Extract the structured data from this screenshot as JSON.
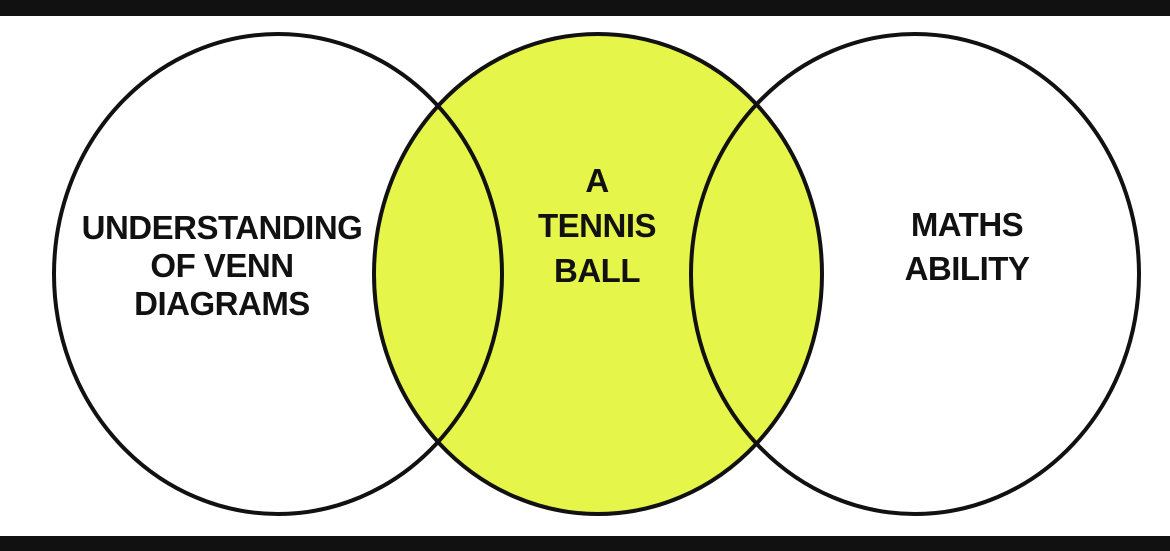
{
  "diagram": {
    "type": "venn",
    "sets": [
      {
        "id": "left",
        "label_lines": [
          "UNDERSTANDING",
          "OF VENN",
          "DIAGRAMS"
        ],
        "fill": "#ffffff",
        "stroke": "#111111"
      },
      {
        "id": "middle",
        "label_lines": [
          "A",
          "TENNIS",
          "BALL"
        ],
        "fill": "#E6F54A",
        "stroke": "#111111"
      },
      {
        "id": "right",
        "label_lines": [
          "MATHS",
          "ABILITY"
        ],
        "fill": "#ffffff",
        "stroke": "#111111"
      }
    ],
    "overlap_fill": "#E6F54A"
  },
  "colors": {
    "frame_bar": "#111111",
    "background": "#ffffff",
    "highlight_yellow": "#E6F54A",
    "outline": "#111111",
    "text": "#111111"
  }
}
